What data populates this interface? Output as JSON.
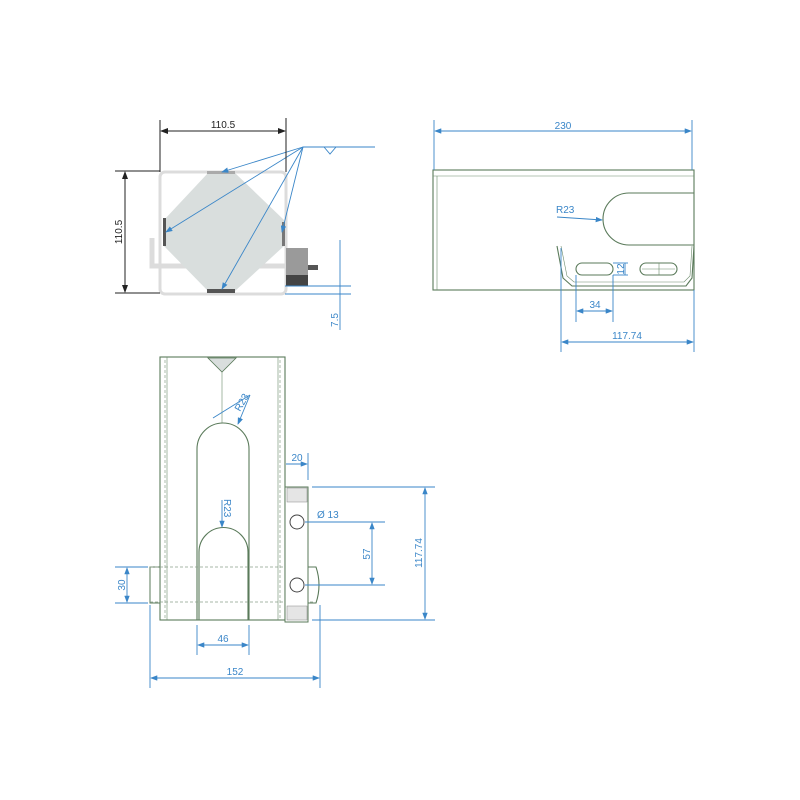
{
  "views": {
    "end_view": {
      "width_label": "110.5",
      "height_label": "110.5",
      "offset_label": "7.5"
    },
    "side_view": {
      "length_label": "230",
      "radius_label": "R23",
      "slot_height_label": "12",
      "slot_spacing_label": "34",
      "bracket_length_label": "117.74"
    },
    "front_view": {
      "top_radius_label": "R23",
      "inner_radius_label": "R23",
      "bracket_offset_label": "20",
      "hole_diameter_label": "Ø 13",
      "hole_spacing_label": "57",
      "bracket_height_label": "117.74",
      "pin_diameter_label": "30",
      "slot_width_label": "46",
      "overall_width_label": "152"
    }
  },
  "colors": {
    "dimension": "#3a86c8",
    "part": "#5a7a5a",
    "fill": "#d9dedd"
  }
}
